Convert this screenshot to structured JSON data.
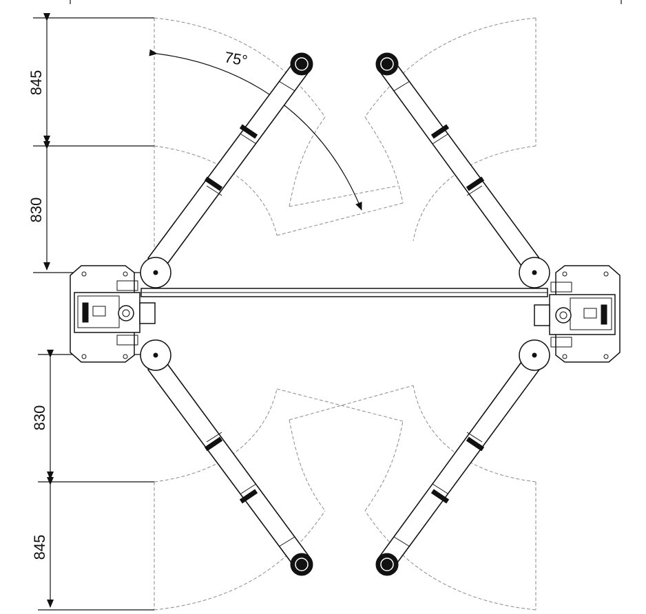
{
  "drawing": {
    "dimensions_left": [
      "845",
      "830",
      "830",
      "845"
    ],
    "angle_label": "75°"
  }
}
